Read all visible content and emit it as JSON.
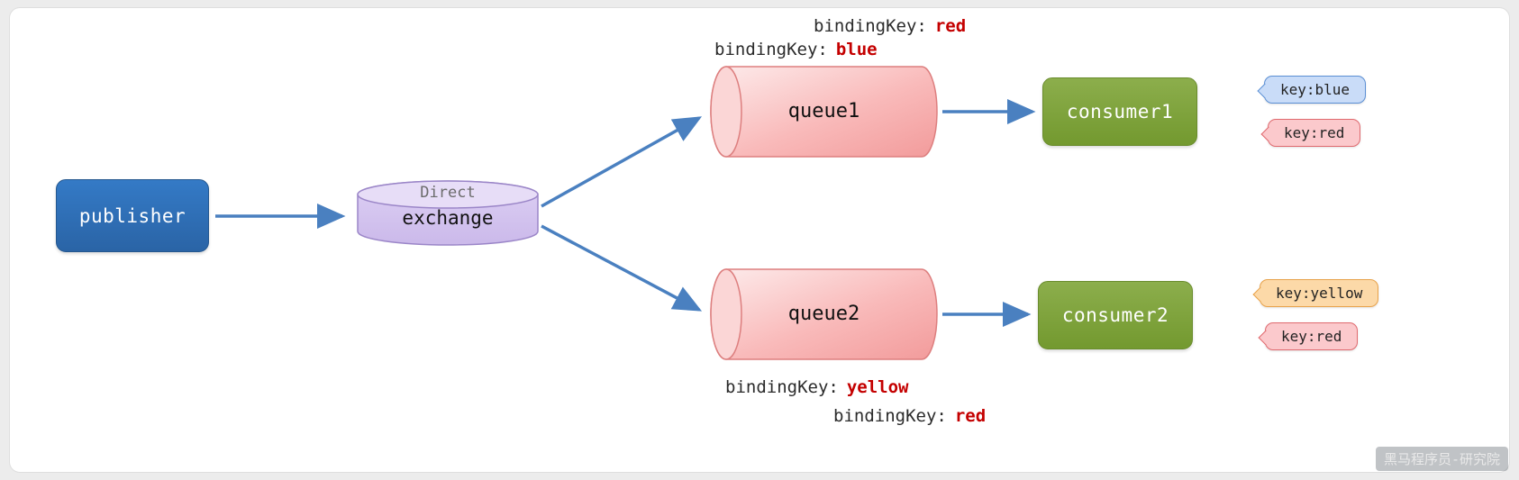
{
  "diagram": {
    "publisher": {
      "label": "publisher"
    },
    "exchange": {
      "type_label": "Direct",
      "label": "exchange"
    },
    "queues": [
      {
        "label": "queue1"
      },
      {
        "label": "queue2"
      }
    ],
    "consumers": [
      {
        "label": "consumer1"
      },
      {
        "label": "consumer2"
      }
    ],
    "binding_keys": [
      {
        "prefix": "bindingKey:",
        "value": "red"
      },
      {
        "prefix": "bindingKey:",
        "value": "blue"
      },
      {
        "prefix": "bindingKey:",
        "value": "yellow"
      },
      {
        "prefix": "bindingKey:",
        "value": "red"
      }
    ],
    "consumer_keys": [
      {
        "label": "key:blue",
        "color": "#c9dcf8"
      },
      {
        "label": "key:red",
        "color": "#fbc9cc"
      },
      {
        "label": "key:yellow",
        "color": "#fcd9a8"
      },
      {
        "label": "key:red",
        "color": "#fbc9cc"
      }
    ],
    "watermark": "黑马程序员-研究院",
    "colors": {
      "arrow": "#4a80c0",
      "publisher_bg": "#2e6db2",
      "consumer_bg": "#7da23f",
      "exchange_bg": "#d5c5f0",
      "queue_bg": "#f8b6b6",
      "binding_value": "#c40000"
    }
  }
}
